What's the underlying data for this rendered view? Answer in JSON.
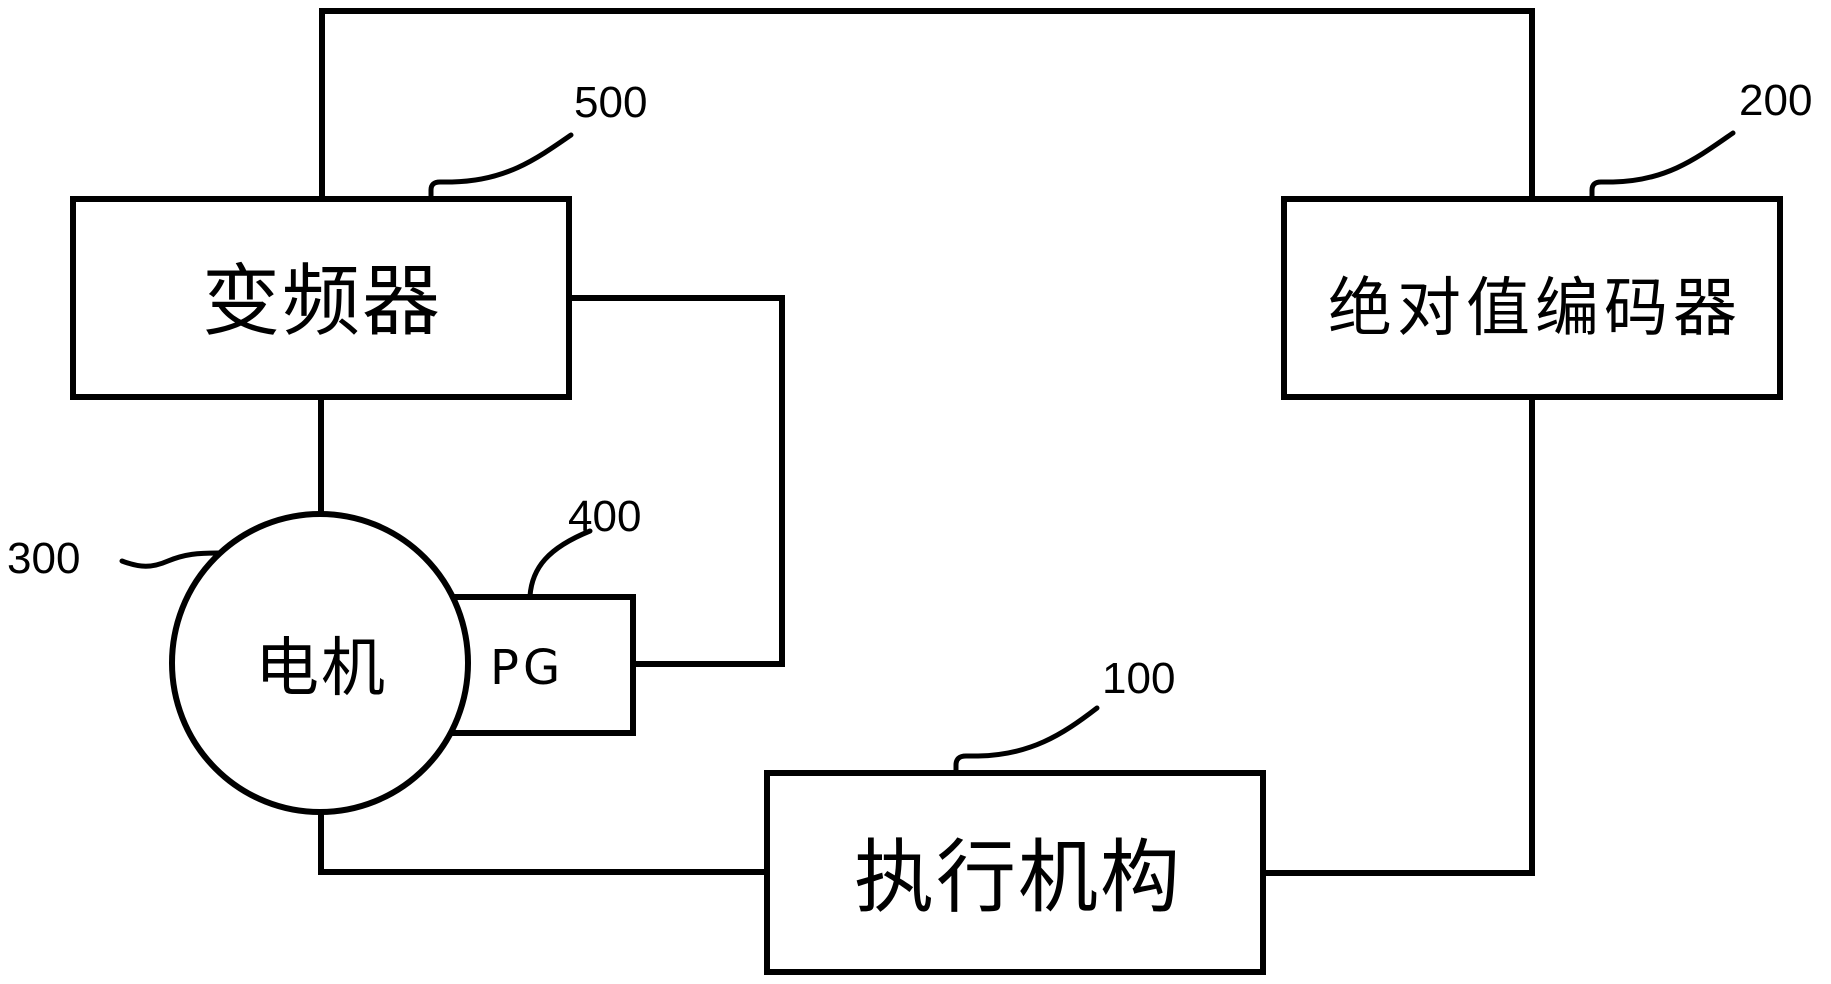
{
  "diagram": {
    "type": "block-diagram",
    "colors": {
      "line": "#000000",
      "background": "#ffffff"
    },
    "blocks": {
      "actuator": {
        "label": "执行机构",
        "ref": "100"
      },
      "encoder": {
        "label": "绝对值编码器",
        "ref": "200"
      },
      "motor": {
        "label": "电机",
        "ref": "300"
      },
      "pg": {
        "label": "PG",
        "ref": "400"
      },
      "inverter": {
        "label": "变频器",
        "ref": "500"
      }
    },
    "connections": [
      {
        "from": "inverter",
        "to": "encoder"
      },
      {
        "from": "inverter",
        "to": "motor"
      },
      {
        "from": "inverter",
        "to": "pg"
      },
      {
        "from": "motor",
        "to": "actuator"
      },
      {
        "from": "actuator",
        "to": "encoder"
      }
    ]
  }
}
